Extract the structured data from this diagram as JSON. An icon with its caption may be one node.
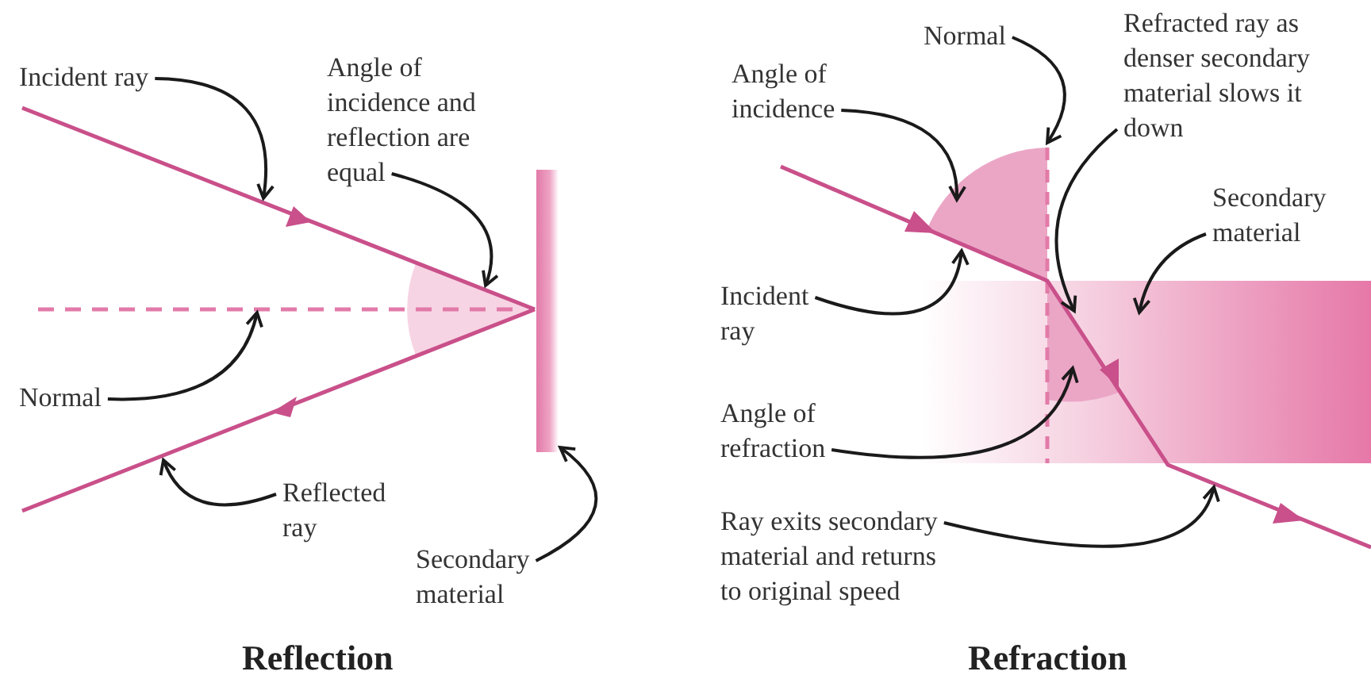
{
  "diagram": {
    "nodes": [
      {
        "text": [
          "Incident ray"
        ]
      },
      {
        "text": [
          "Angle of incidence and reflection are equal"
        ]
      },
      {
        "text": [
          "Normal"
        ]
      },
      {
        "text": [
          "Reflected ray"
        ]
      },
      {
        "text": [
          "Secondary material"
        ]
      },
      {
        "text": [
          "Normal"
        ]
      },
      {
        "text": [
          "Refracted ray as denser secondary material slows it down"
        ]
      },
      {
        "text": [
          "Angle of incidence"
        ]
      },
      {
        "text": [
          "Secondary material"
        ]
      },
      {
        "text": [
          "Incident ray"
        ]
      },
      {
        "text": [
          "Angle of refraction"
        ]
      },
      {
        "text": [
          "Ray exits secondary material and returns to original speed"
        ]
      }
    ],
    "edges": [
      {
        "from": 0,
        "to": null,
        "arrow": "to"
      },
      {
        "from": 1,
        "to": null,
        "arrow": "to"
      },
      {
        "from": 2,
        "to": null,
        "arrow": "to"
      },
      {
        "from": 3,
        "to": null,
        "arrow": "to"
      },
      {
        "from": 4,
        "to": null,
        "arrow": "to"
      },
      {
        "from": 5,
        "to": null,
        "arrow": "to"
      },
      {
        "from": 6,
        "to": null,
        "arrow": "to"
      },
      {
        "from": 7,
        "to": null,
        "arrow": "to"
      },
      {
        "from": 8,
        "to": null,
        "arrow": "to"
      },
      {
        "from": 9,
        "to": null,
        "arrow": "to"
      },
      {
        "from": 10,
        "to": null,
        "arrow": "to"
      },
      {
        "from": 11,
        "to": null,
        "arrow": "to"
      }
    ],
    "labels": [
      "Reflection",
      "Refraction"
    ]
  }
}
